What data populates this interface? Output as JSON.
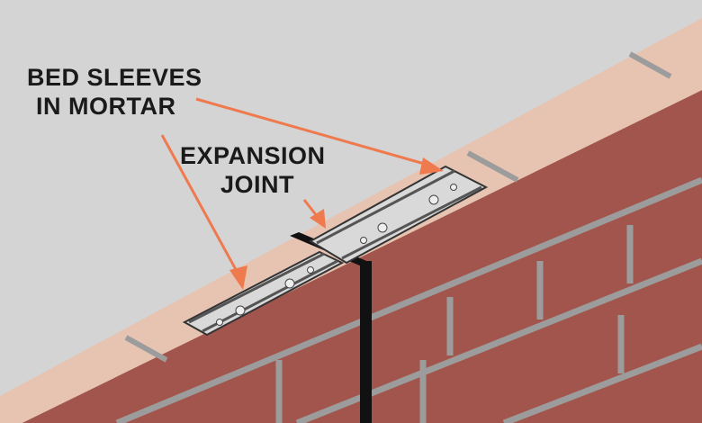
{
  "labels": {
    "bed_sleeves_line1": "BED SLEEVES",
    "bed_sleeves_line2": "IN MORTAR",
    "expansion_line1": "EXPANSION",
    "expansion_line2": "JOINT"
  },
  "colors": {
    "background": "#d4d4d4",
    "brick_top": "#e7c3b2",
    "brick_face": "#a2554c",
    "mortar": "#9c9c9c",
    "arrow": "#ee7a4e",
    "joint": "#111111",
    "sleeve": "#d9d9d9"
  }
}
